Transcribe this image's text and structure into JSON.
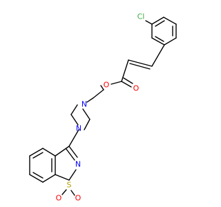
{
  "molecule": {
    "atoms": {
      "cl": {
        "text": "Cl",
        "color": "#3cb043"
      },
      "o_ester": {
        "text": "O",
        "color": "#ff0000"
      },
      "o_carbonyl": {
        "text": "O",
        "color": "#ff0000"
      },
      "n_pip1": {
        "text": "N",
        "color": "#0000ff"
      },
      "n_pip2": {
        "text": "N",
        "color": "#0000ff"
      },
      "n_ring": {
        "text": "N",
        "color": "#0000ff"
      },
      "s": {
        "text": "S",
        "color": "#b8a000"
      },
      "o_s1": {
        "text": "O",
        "color": "#ff0000"
      },
      "o_s2": {
        "text": "O",
        "color": "#ff0000"
      }
    }
  }
}
